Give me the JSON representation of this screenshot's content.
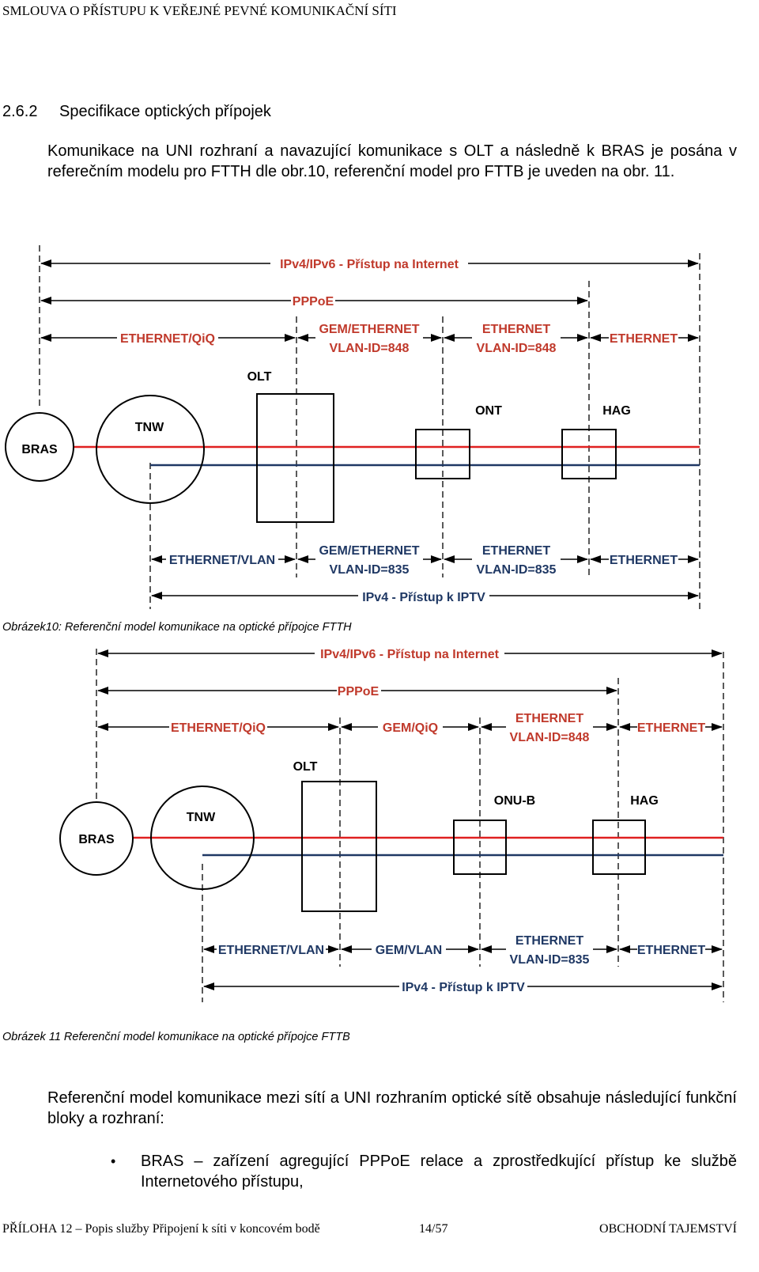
{
  "header": {
    "title": "SMLOUVA O PŘÍSTUPU K VEŘEJNÉ PEVNÉ KOMUNIKAČNÍ SÍTI"
  },
  "section": {
    "number": "2.6.2",
    "title": "Specifikace optických přípojek"
  },
  "intro": "Komunikace na UNI rozhraní a navazující komunikace s OLT a následně k BRAS je posána v referečním modelu pro FTTH dle obr.10, referenční model pro FTTB je uveden na obr. 11.",
  "fig1": {
    "top_internet": "IPv4/IPv6 - Přístup na Internet",
    "pppoe": "PPPoE",
    "red_eth_qiq": "ETHERNET/QiQ",
    "red_gem_l1": "GEM/ETHERNET",
    "red_gem_l2": "VLAN-ID=848",
    "red_eth_l1": "ETHERNET",
    "red_eth_l2": "VLAN-ID=848",
    "red_eth_end": "ETHERNET",
    "olt": "OLT",
    "ont": "ONT",
    "hag": "HAG",
    "bras": "BRAS",
    "tnw": "TNW",
    "blue_eth_vlan": "ETHERNET/VLAN",
    "blue_gem_l1": "GEM/ETHERNET",
    "blue_gem_l2": "VLAN-ID=835",
    "blue_eth_l1": "ETHERNET",
    "blue_eth_l2": "VLAN-ID=835",
    "blue_eth_end": "ETHERNET",
    "iptv": "IPv4 - Přístup k IPTV",
    "caption": "Obrázek10: Referenční model komunikace na optické přípojce FTTH"
  },
  "fig2": {
    "top_internet": "IPv4/IPv6 - Přístup na Internet",
    "pppoe": "PPPoE",
    "red_eth_qiq": "ETHERNET/QiQ",
    "red_gem": "GEM/QiQ",
    "red_eth_l1": "ETHERNET",
    "red_eth_l2": "VLAN-ID=848",
    "red_eth_end": "ETHERNET",
    "olt": "OLT",
    "onub": "ONU-B",
    "hag": "HAG",
    "bras": "BRAS",
    "tnw": "TNW",
    "blue_eth_vlan": "ETHERNET/VLAN",
    "blue_gem": "GEM/VLAN",
    "blue_eth_l1": "ETHERNET",
    "blue_eth_l2": "VLAN-ID=835",
    "blue_eth_end": "ETHERNET",
    "iptv": "IPv4 - Přístup k IPTV",
    "caption": "Obrázek 11 Referenční model komunikace na optické přípojce FTTB"
  },
  "para2": "Referenční model komunikace mezi sítí a UNI rozhraním optické sítě obsahuje následující funkční bloky a rozhraní:",
  "bullets": [
    {
      "marker": "•",
      "text": "BRAS – zařízení agregující PPPoE relace a zprostředkující přístup ke službě Internetového přístupu,"
    }
  ],
  "footer": {
    "left": "PŘÍLOHA 12 – Popis služby Připojení k síti v koncovém bodě",
    "center": "14/57",
    "right": "OBCHODNÍ TAJEMSTVÍ"
  },
  "colors": {
    "red": "#e02020",
    "red_text": "#c0392b",
    "navy": "#1f3864"
  }
}
